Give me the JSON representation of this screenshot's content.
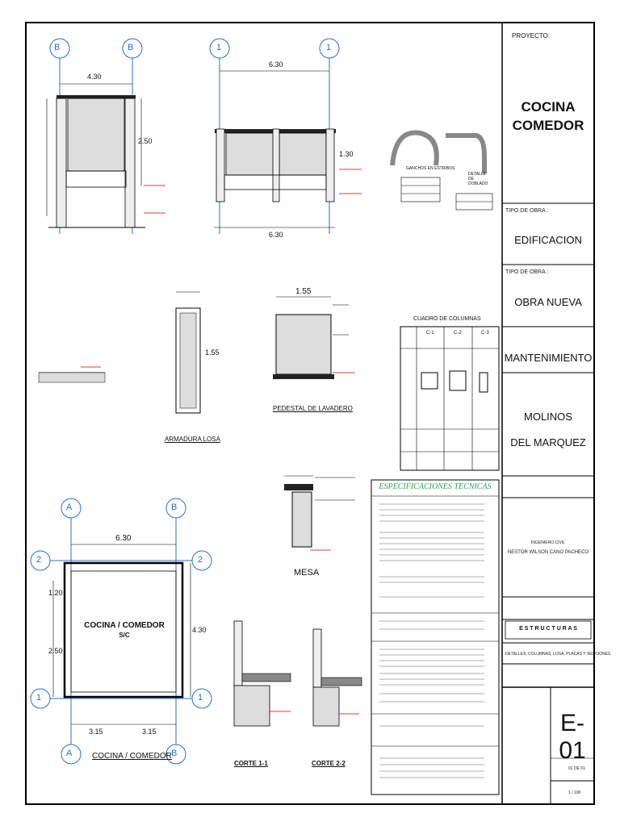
{
  "title_block": {
    "project_label": "PROYECTO:",
    "project_name_line1": "COCINA",
    "project_name_line2": "COMEDOR",
    "work_type_label_1": "TIPO DE OBRA :",
    "work_type_value_1": "EDIFICACION",
    "work_type_label_2": "TIPO DE OBRA :",
    "work_type_value_2": "OBRA NUEVA",
    "work_category": "MANTENIMIENTO",
    "location_line1": "MOLINOS",
    "location_line2": "DEL MARQUEZ",
    "engineer_title": "INGENIERO CIVIL",
    "engineer_name": "NESTOR WILSON CANO PACHECO",
    "specialty": "E S T R U C T U R A S",
    "plan_description": "DETALLES, COLUMNAS, LOSA, PLACAS Y SECCIONES",
    "sheet_code": "E-01",
    "sheet_count": "01 DE 01",
    "scale": "1 / 100"
  },
  "drawing": {
    "elev_b_axes": [
      "B",
      "B"
    ],
    "elev_b_width": "4.30",
    "elev_b_height": "2.50",
    "elev_1_axes": [
      "1",
      "1"
    ],
    "elev_1_width_top": "6.30",
    "elev_1_width_bottom": "6.30",
    "elev_1_height": "1.30",
    "cuadro_title": "CUADRO DE COLUMNAS",
    "cuadro_cols": [
      "C-1",
      "C-2",
      "C-3"
    ],
    "pedestal_width": "1.55",
    "armadura_height": "1.55",
    "armadura_label": "ARMADURA LOSA",
    "pedestal_label": "PEDESTAL DE LAVADERO",
    "mesa_label": "MESA",
    "plan_axes_top": [
      "A",
      "B"
    ],
    "plan_axes_side": [
      "2",
      "1"
    ],
    "plan_width": "6.30",
    "plan_room_line1": "COCINA / COMEDOR",
    "plan_room_line2": "S/C",
    "plan_dim_left": "2.50",
    "plan_dim_right": "4.30",
    "plan_dim_bottom_left": "3.15",
    "plan_dim_bottom_right": "3.15",
    "plan_dim_top_left": "1.20",
    "plan_label": "COCINA / COMEDOR",
    "corte1_label": "CORTE 1-1",
    "corte2_label": "CORTE 2-2",
    "spec_title": "ESPECIFICACIONES TECNICAS",
    "ganchos_label": "GANCHOS EN ESTRIBOS",
    "doblado_label": "DETALLE DE DOBLADO"
  }
}
